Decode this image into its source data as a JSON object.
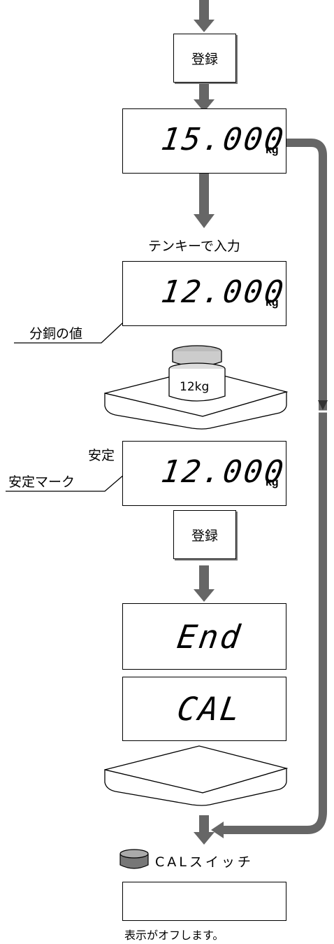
{
  "register_button_label": "登録",
  "display_1": {
    "value": "15.000",
    "unit": "kg"
  },
  "numeric_keypad_text": "テンキーで入力",
  "display_2": {
    "value": "12.000",
    "unit": "kg"
  },
  "weight_value_label": "分銅の値",
  "weight_marking": "12kg",
  "stable_label": "安定",
  "stable_mark_label": "安定マーク",
  "display_3": {
    "value": "12.000",
    "unit": "kg"
  },
  "register_button_label_2": "登録",
  "display_end": "End",
  "display_cal": "CAL",
  "cal_switch_label": "CALスイッチ",
  "display_off_text": "表示がオフします。",
  "arrow_color": "#666666"
}
